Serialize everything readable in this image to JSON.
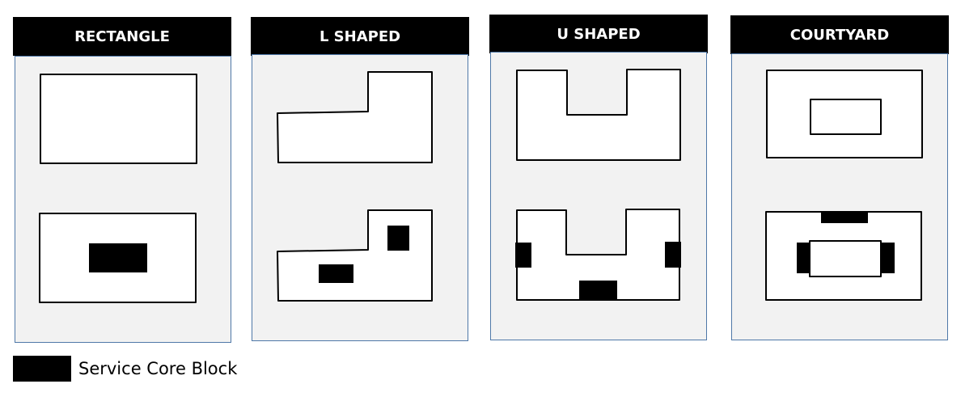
{
  "panels": [
    {
      "title": "RECTANGLE"
    },
    {
      "title": "L SHAPED"
    },
    {
      "title": "U SHAPED"
    },
    {
      "title": "COURTYARD"
    }
  ],
  "legend": {
    "label": "Service Core Block",
    "swatch_color": "#000000"
  },
  "colors": {
    "header_bg": "#000000",
    "header_text": "#ffffff",
    "panel_bg": "#f2f2f2",
    "panel_border": "#4f78a8",
    "core_fill": "#000000"
  }
}
